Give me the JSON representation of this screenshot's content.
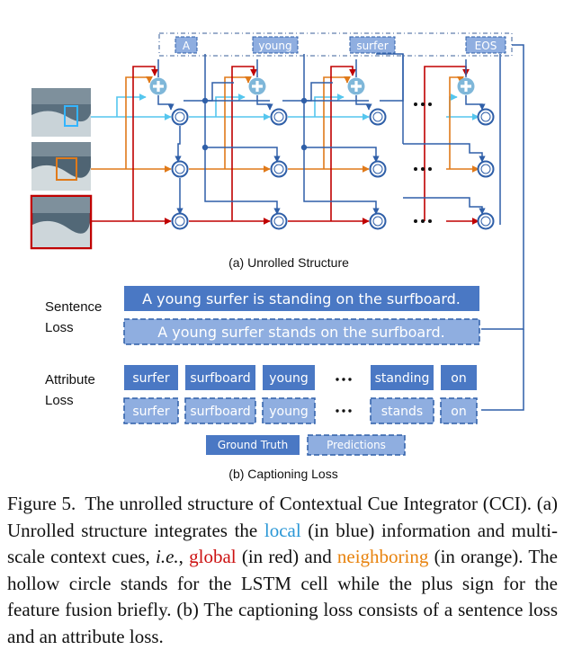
{
  "diagram": {
    "output_tokens": [
      "A",
      "young",
      "surfer",
      "EOS"
    ],
    "unrolled_caption": "(a) Unrolled Structure",
    "sentence_loss": {
      "label_line1": "Sentence",
      "label_line2": "Loss",
      "ground_truth": "A young surfer is standing on the surfboard.",
      "prediction": "A young surfer stands on the surfboard."
    },
    "attribute_loss": {
      "label_line1": "Attribute",
      "label_line2": "Loss",
      "ground_truth": [
        "surfer",
        "surfboard",
        "young",
        "standing",
        "on"
      ],
      "prediction": [
        "surfer",
        "surfboard",
        "young",
        "stands",
        "on"
      ]
    },
    "legend": {
      "ground_truth": "Ground Truth",
      "predictions": "Predictions"
    },
    "captioning_caption": "(b) Captioning Loss",
    "colors": {
      "local": "#55c6ee",
      "global": "#c00000",
      "neighboring": "#e07a1a",
      "lstm": "#2f5fa8",
      "gt_box": "#4a78c4",
      "pred_box": "#8faee0"
    }
  },
  "caption": {
    "figure_label": "Figure 5.",
    "text_1": "The unrolled structure of Contextual Cue Integrator (CCI). (a) Unrolled structure integrates the ",
    "local": "local",
    "text_2": " (in blue) information and multi-scale context cues, ",
    "ie": "i.e.",
    "text_3": ", ",
    "global": "global",
    "text_4": " (in red) and ",
    "neighboring": "neighboring",
    "text_5": " (in orange). The hollow circle stands for the LSTM cell while the plus sign for the feature fusion briefly. (b) The captioning loss consists of a sentence loss and an attribute loss."
  }
}
